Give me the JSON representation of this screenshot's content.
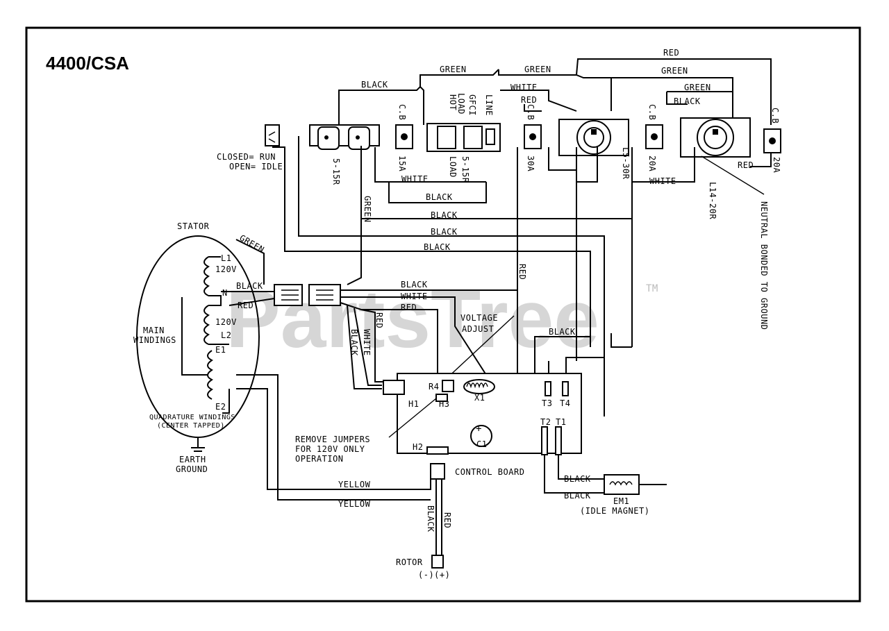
{
  "title": "4400/CSA",
  "watermark": "PartsTree",
  "trademark": "TM",
  "wire_colors": {
    "black": "BLACK",
    "green": "GREEN",
    "white": "WHITE",
    "red": "RED",
    "yellow": "YELLOW"
  },
  "receptacles": {
    "r5_15r_a": "5-15R",
    "gfci": "GFCI",
    "gfci_line": "LINE",
    "gfci_load": "LOAD",
    "gfci_hot": "HOT",
    "gfci_load_bottom": "LOAD",
    "r5_15r_b": "5-15R",
    "l5_30r": "L5-30R",
    "l14_20r": "L14-20R"
  },
  "breakers": {
    "cb_label": "C.B",
    "cb1": "15A",
    "cb2": "30A",
    "cb3": "20A",
    "cb4": "20A"
  },
  "switch": {
    "closed": "CLOSED= RUN",
    "open": "OPEN= IDLE"
  },
  "neutral_note": "NEUTRAL BONDED TO GROUND",
  "stator": {
    "title": "STATOR",
    "l1": "L1",
    "v1": "120V",
    "n": "N",
    "v2": "120V",
    "l2": "L2",
    "main_windings_1": "MAIN",
    "main_windings_2": "WINDINGS",
    "e1": "E1",
    "e2": "E2",
    "quad_1": "QUADRATURE WINDINGS",
    "quad_2": "(CENTER TAPPED)"
  },
  "earth_ground_1": "EARTH",
  "earth_ground_2": "GROUND",
  "voltage_adjust_1": "VOLTAGE",
  "voltage_adjust_2": "ADJUST",
  "control_board": {
    "label": "CONTROL BOARD",
    "r4": "R4",
    "h1": "H1",
    "h2": "H2",
    "h3": "H3",
    "x1": "X1",
    "c1": "C1",
    "t1": "T1",
    "t2": "T2",
    "t3": "T3",
    "t4": "T4"
  },
  "jumper_note_1": "REMOVE JUMPERS",
  "jumper_note_2": "FOR 120V ONLY",
  "jumper_note_3": "OPERATION",
  "idle_magnet_1": "EM1",
  "idle_magnet_2": "(IDLE MAGNET)",
  "rotor": {
    "label": "ROTOR",
    "polarity": "(-)(+)"
  }
}
